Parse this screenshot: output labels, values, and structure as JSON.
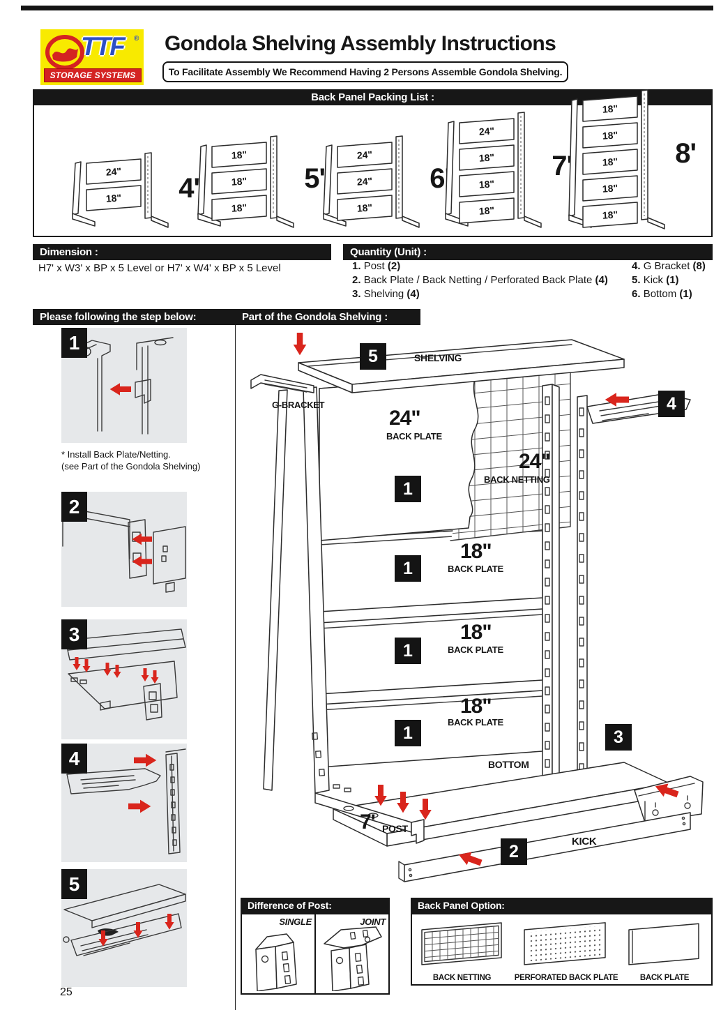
{
  "header": {
    "logo": {
      "brand": "TTF",
      "registered": "®",
      "tagline": "STORAGE SYSTEMS"
    },
    "title": "Gondola Shelving Assembly Instructions",
    "note": "To Facilitate Assembly We Recommend Having 2 Persons Assemble Gondola Shelving."
  },
  "packing_list": {
    "title": "Back Panel Packing List :",
    "units": [
      {
        "size": "4'",
        "panels": [
          "24\"",
          "18\""
        ]
      },
      {
        "size": "5'",
        "panels": [
          "18\"",
          "18\"",
          "18\""
        ]
      },
      {
        "size": "6'",
        "panels": [
          "24\"",
          "24\"",
          "18\""
        ]
      },
      {
        "size": "7'",
        "panels": [
          "24\"",
          "18\"",
          "18\"",
          "18\""
        ]
      },
      {
        "size": "8'",
        "panels": [
          "18\"",
          "18\"",
          "18\"",
          "18\"",
          "18\""
        ]
      }
    ]
  },
  "dimension": {
    "title": "Dimension :",
    "text": "H7' x W3' x BP x 5 Level or H7' x W4' x BP x 5 Level"
  },
  "quantity": {
    "title": "Quantity (Unit) :",
    "items_left": [
      {
        "num": "1.",
        "label": "Post ",
        "count": "(2)"
      },
      {
        "num": "2.",
        "label": "Back Plate / Back Netting / Perforated Back Plate ",
        "count": "(4)"
      },
      {
        "num": "3.",
        "label": "Shelving ",
        "count": "(4)"
      }
    ],
    "items_right": [
      {
        "num": "4.",
        "label": "G Bracket ",
        "count": "(8)"
      },
      {
        "num": "5.",
        "label": "Kick ",
        "count": "(1)"
      },
      {
        "num": "6.",
        "label": "Bottom ",
        "count": "(1)"
      }
    ]
  },
  "steps": {
    "title": "Please following the step below:",
    "items": [
      {
        "num": "1",
        "caption1": "* Install Back Plate/Netting.",
        "caption2": "(see Part of the Gondola Shelving)"
      },
      {
        "num": "2"
      },
      {
        "num": "3"
      },
      {
        "num": "4"
      },
      {
        "num": "5"
      }
    ]
  },
  "diagram": {
    "title": "Part of the Gondola Shelving :",
    "shelving": {
      "badge": "5",
      "label": "SHELVING"
    },
    "g_bracket": {
      "label": "G-BRACKET",
      "badge": "4"
    },
    "panel1": {
      "size": "24\"",
      "label": "BACK PLATE",
      "badge": "1"
    },
    "netting": {
      "size": "24\"",
      "label": "BACK NETTING"
    },
    "panel2": {
      "size": "18\"",
      "label": "BACK PLATE",
      "badge": "1"
    },
    "panel3": {
      "size": "18\"",
      "label": "BACK PLATE",
      "badge": "1"
    },
    "panel4": {
      "size": "18\"",
      "label": "BACK PLATE",
      "badge": "1"
    },
    "bottom": {
      "label": "BOTTOM",
      "badge": "3"
    },
    "post": {
      "size": "7'",
      "label": "POST"
    },
    "kick": {
      "label": "KICK",
      "badge": "2"
    }
  },
  "post_difference": {
    "title": "Difference of Post:",
    "single": "SINGLE",
    "joint": "JOINT"
  },
  "back_panel_option": {
    "title": "Back Panel Option:",
    "options": [
      "BACK NETTING",
      "PERFORATED BACK PLATE",
      "BACK PLATE"
    ]
  },
  "page": {
    "number": "25"
  },
  "colors": {
    "accent_red": "#d9251c",
    "bar_black": "#171717",
    "logo_yellow": "#f8ea00",
    "logo_red": "#d42322",
    "logo_blue": "#2d4fc4",
    "step_bg": "#e6e8ea"
  }
}
